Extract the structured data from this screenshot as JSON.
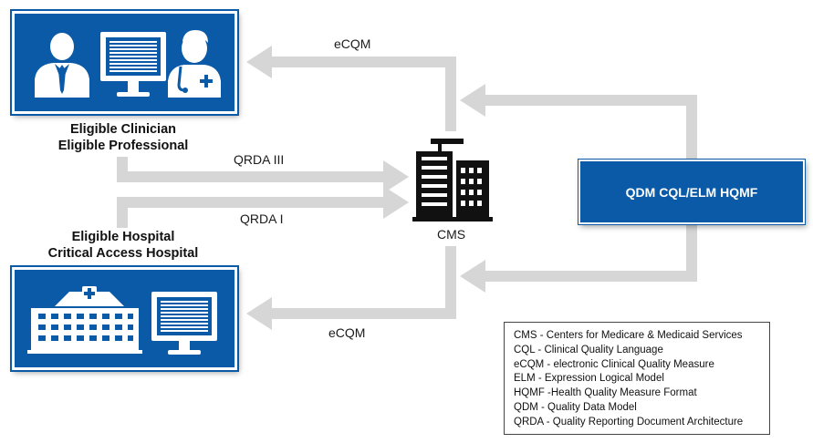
{
  "clinician": {
    "caption_line1": "Eligible Clinician",
    "caption_line2": "Eligible Professional"
  },
  "hospital": {
    "caption_line1": "Eligible Hospital",
    "caption_line2": "Critical Access Hospital"
  },
  "flows": {
    "top_return": "eCQM",
    "qrda3": "QRDA III",
    "qrda1": "QRDA I",
    "bottom_return": "eCQM"
  },
  "cms": {
    "label": "CMS"
  },
  "measure_box": {
    "label": "QDM CQL/ELM HQMF"
  },
  "legend": {
    "items": [
      "CMS - Centers for Medicare & Medicaid Services",
      "CQL - Clinical Quality Language",
      "eCQM - electronic Clinical Quality Measure",
      "ELM - Expression Logical Model",
      "HQMF -Health Quality Measure Format",
      "QDM - Quality Data Model",
      "QRDA - Quality Reporting Document Architecture"
    ]
  },
  "colors": {
    "panel_blue": "#0a5aa8",
    "arrow_gray": "#d6d6d6",
    "icon_white": "#ffffff",
    "building_black": "#111111"
  }
}
